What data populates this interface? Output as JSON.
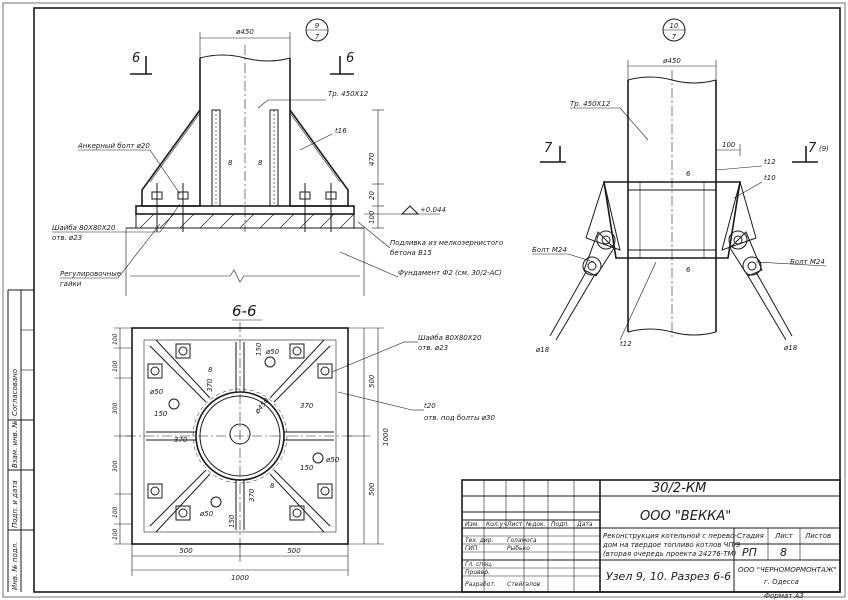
{
  "node9": {
    "diameter": "ø450",
    "node_ref_num": "9",
    "node_ref_den": "7",
    "section_mark": "6",
    "pipe_label": "Тр. 450Х12",
    "anchor_bolt": "Анкерный болт ø20",
    "rib": "t16",
    "height_470": "470",
    "height_20": "20",
    "height_100": "100",
    "level": "+0.044",
    "washer_line1": "Шайба 80Х80Х20",
    "washer_line2": "отв. ø23",
    "grout_line1": "Подливка из мелкозернистого",
    "grout_line2": "бетона В15",
    "foundation": "Фундамент Ф2 (см. 30/2-АС)",
    "nuts_line1": "Регулировочные",
    "nuts_line2": "гайки",
    "weld": "8"
  },
  "node10": {
    "diameter": "ø450",
    "node_ref_num": "10",
    "node_ref_den": "7",
    "pipe_label": "Тр. 450Х12",
    "dim_100": "100",
    "section_mark": "7",
    "section_sheet": "(9)",
    "plate_t12": "t12",
    "plate_t10": "t10",
    "weld": "6",
    "bolt_left": "Болт М24",
    "bolt_right": "Болт М24",
    "rod_left": "ø18",
    "rod_right": "ø18",
    "plate_t12b": "t12"
  },
  "section66": {
    "title": "6-6",
    "washer_line1": "Шайба 80Х80Х20",
    "washer_line2": "отв. ø23",
    "plate_line1": "t20",
    "plate_line2": "отв. под болты ø30",
    "dim_100": "100",
    "dim_300": "300",
    "dim_500": "500",
    "dim_1000": "1000",
    "dim_370": "370",
    "dim_150": "150",
    "dim_50": "ø50",
    "dim_450": "ø450",
    "weld": "8"
  },
  "side_stamp": {
    "agreed": "Согласовано",
    "inv_orig": "Инв. № подл.",
    "sign_date": "Подп. и дата",
    "replace_inv": "Взам. инв. №"
  },
  "title_block": {
    "code": "30/2-КМ",
    "company": "ООО \"ВЕККА\"",
    "col_headers": [
      "Изм.",
      "Кол.уч.",
      "Лист",
      "№док.",
      "Подп.",
      "Дата"
    ],
    "roles": [
      {
        "role": "Тех. дир.",
        "name": "Голамога"
      },
      {
        "role": "ГИП",
        "name": "Рыбько"
      },
      {
        "role": "Гл. спец.",
        "name": ""
      },
      {
        "role": "Провер.",
        "name": ""
      },
      {
        "role": "Разработ.",
        "name": "Стейгалов"
      }
    ],
    "project_line1": "Реконструкция котельной с перево-",
    "project_line2": "дом на твердое топливо котлов ЧП/9",
    "project_line3": "(вторая очередь проекта 24276-ТМ)",
    "stage_label": "Стадия",
    "sheet_label": "Лист",
    "sheets_label": "Листов",
    "stage": "РП",
    "sheet": "8",
    "sheets": "",
    "drawing_title": "Узел 9, 10. Разрез 6-6",
    "org_line1": "ООО \"ЧЕРНОМОРМОНТАЖ\"",
    "org_line2": "г. Одесса",
    "format": "Формат   А3"
  }
}
